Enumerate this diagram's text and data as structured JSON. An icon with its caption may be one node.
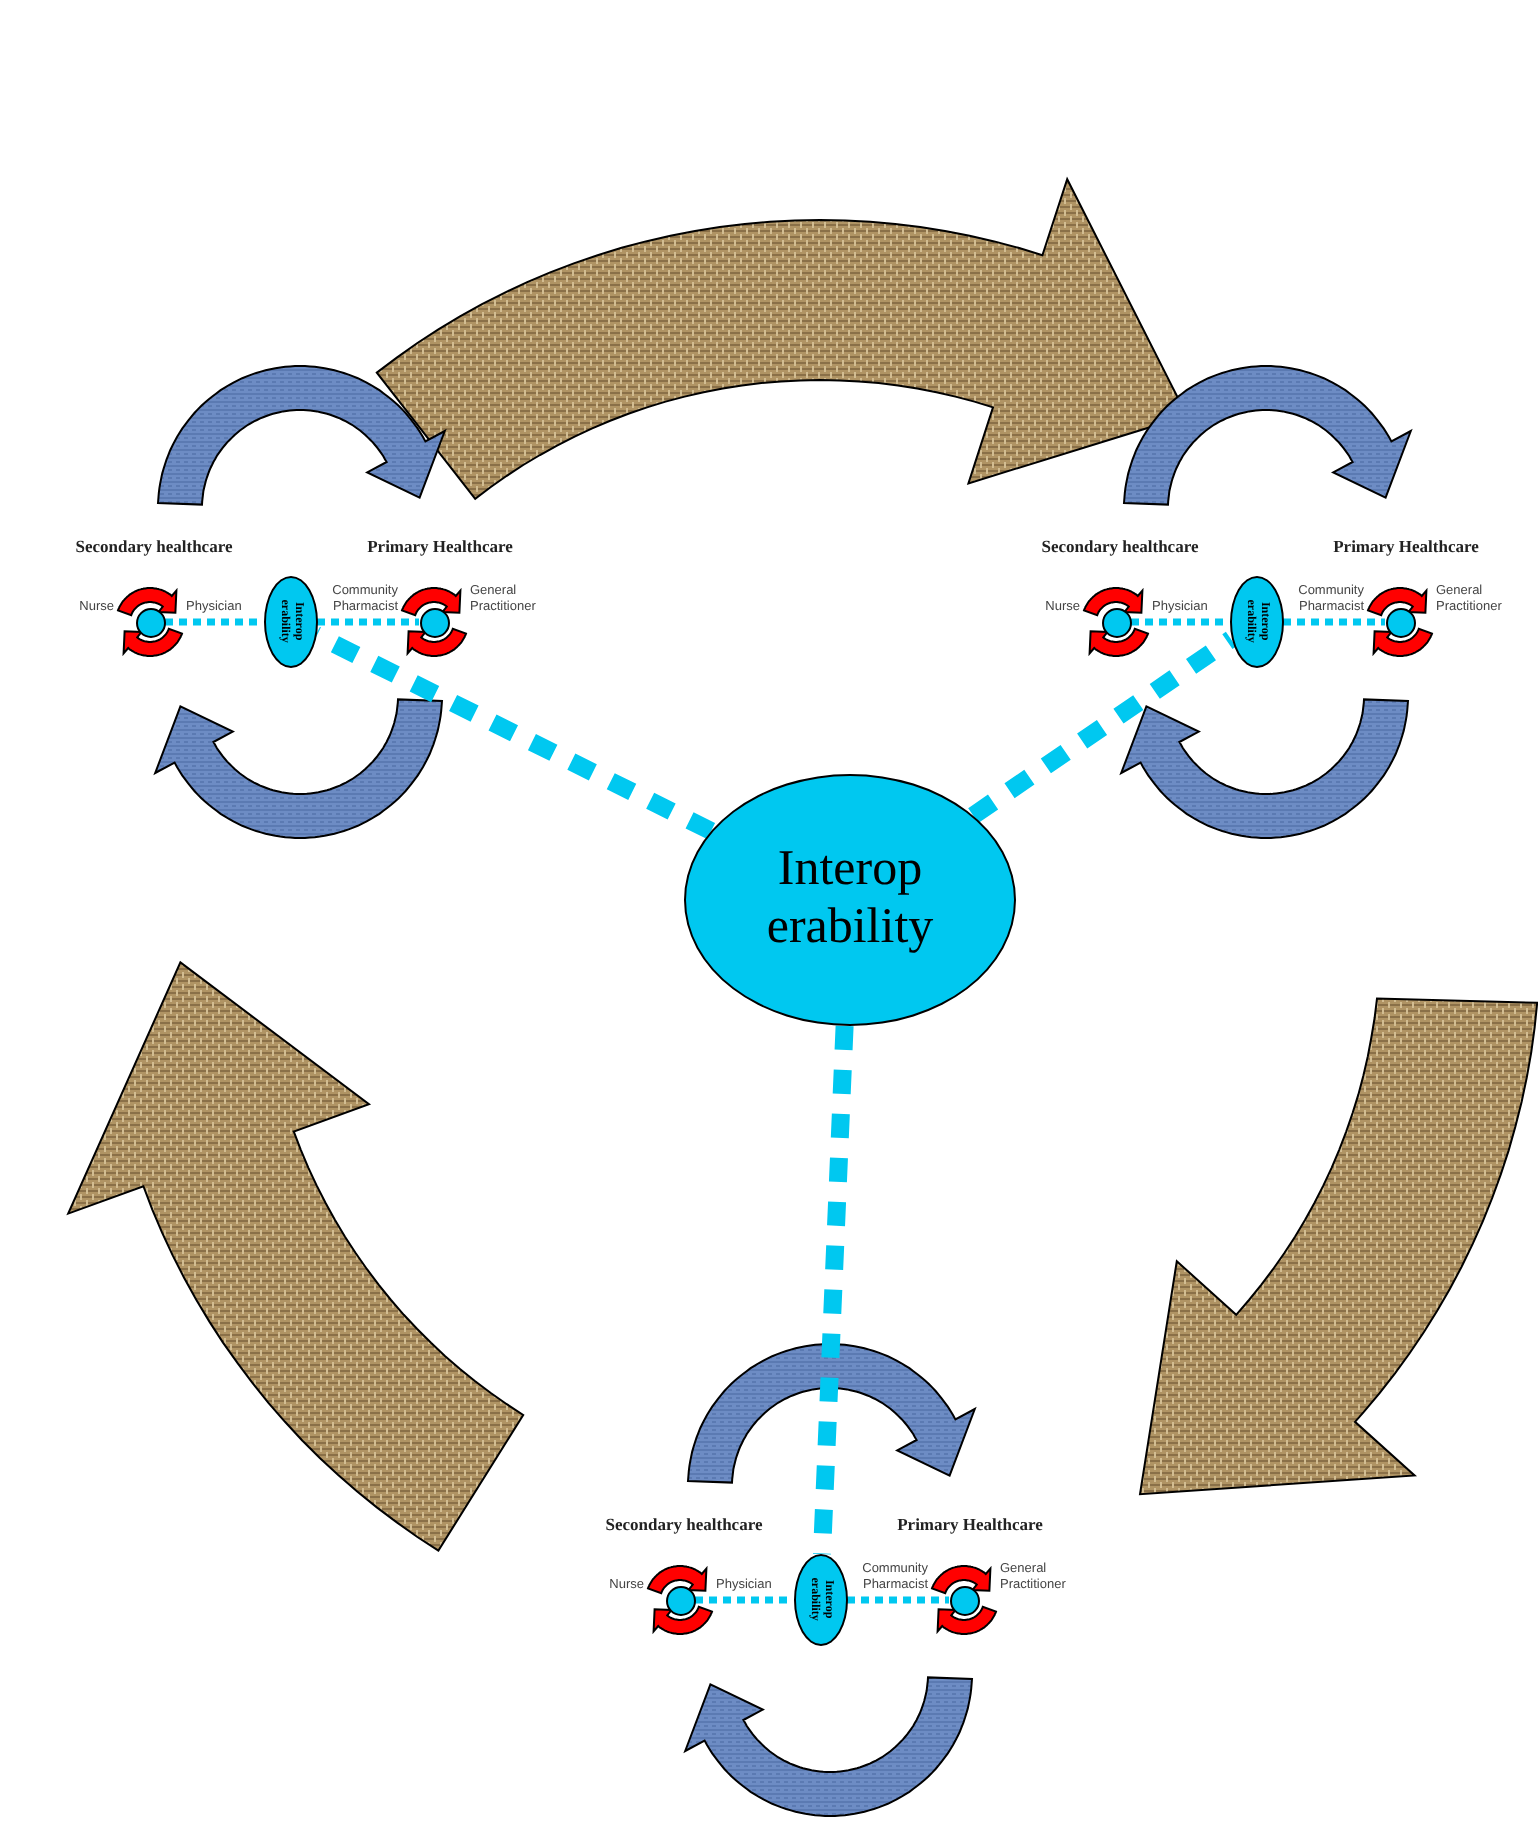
{
  "diagram": {
    "nodes": [
      {
        "text": [
          "Interop erability"
        ]
      },
      {
        "text": [
          "Interop erability"
        ]
      },
      {
        "text": [],
        "shape": "circle",
        "beside": [
          "Nurse",
          "Physician"
        ]
      },
      {
        "text": [],
        "shape": "circle",
        "beside": [
          "Community Pharmacist",
          "General Practitioner"
        ]
      },
      {
        "text": [
          "Interop erability"
        ]
      },
      {
        "text": [],
        "shape": "circle",
        "beside": [
          "Nurse",
          "Physician"
        ]
      },
      {
        "text": [],
        "shape": "circle",
        "beside": [
          "Community Pharmacist",
          "General Practitioner"
        ]
      },
      {
        "text": [
          "Interop erability"
        ]
      },
      {
        "text": [],
        "shape": "circle",
        "beside": [
          "Nurse",
          "Physician"
        ]
      },
      {
        "text": [],
        "shape": "circle",
        "beside": [
          "Community Pharmacist",
          "General Practitioner"
        ]
      }
    ],
    "edges": [
      {
        "from": 0,
        "to": 1,
        "arrow": "none",
        "style": "dashed"
      },
      {
        "from": 0,
        "to": 4,
        "arrow": "none",
        "style": "dashed"
      },
      {
        "from": 0,
        "to": 7,
        "arrow": "none",
        "style": "dashed"
      },
      {
        "from": 2,
        "to": 1,
        "arrow": "none",
        "style": "dashed"
      },
      {
        "from": 1,
        "to": 3,
        "arrow": "none",
        "style": "dashed"
      },
      {
        "from": 5,
        "to": 4,
        "arrow": "none",
        "style": "dashed"
      },
      {
        "from": 4,
        "to": 6,
        "arrow": "none",
        "style": "dashed"
      },
      {
        "from": 8,
        "to": 7,
        "arrow": "none",
        "style": "dashed"
      },
      {
        "from": 7,
        "to": 9,
        "arrow": "none",
        "style": "dashed"
      }
    ],
    "labels": [
      "Secondary healthcare",
      "Primary Healthcare",
      "Secondary healthcare",
      "Primary Healthcare",
      "Secondary healthcare",
      "Primary Healthcare"
    ]
  }
}
